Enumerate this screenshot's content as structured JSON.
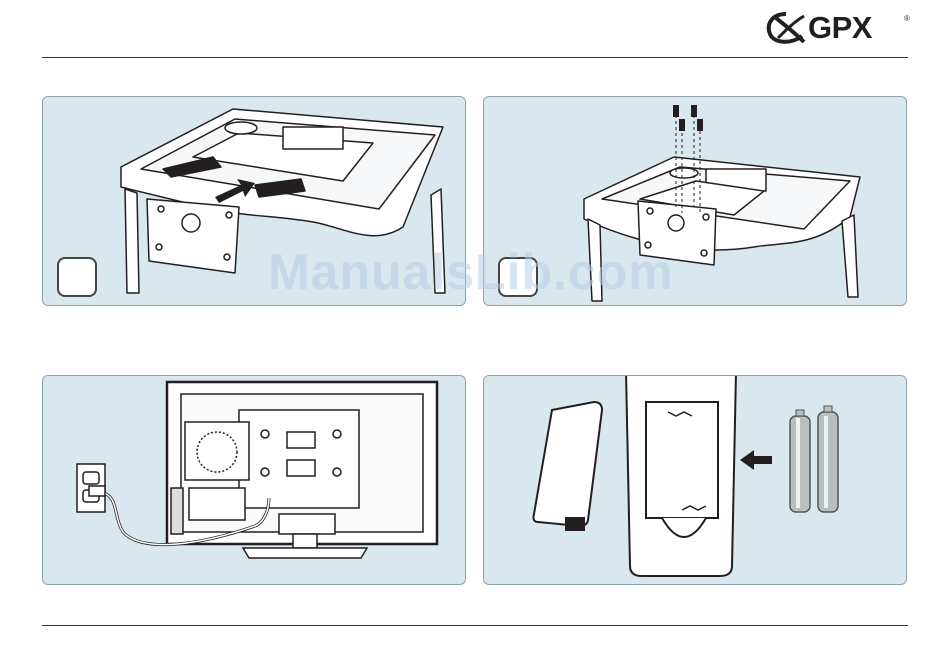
{
  "header": {
    "brand_name": "GPX",
    "registered_mark": "®"
  },
  "panels": [
    {
      "id": "panel-attach-stand",
      "step_label": ""
    },
    {
      "id": "panel-screw-stand",
      "step_label": ""
    },
    {
      "id": "panel-connect-power",
      "step_label": ""
    },
    {
      "id": "panel-insert-batteries",
      "step_label": ""
    }
  ],
  "watermark": {
    "text": "ManualsLib.com"
  },
  "icons": [
    "gpx-logo-icon",
    "tv-stand-illustration",
    "screws-illustration",
    "power-outlet-icon",
    "remote-control-icon",
    "battery-icon",
    "arrow-left-icon"
  ],
  "colors": {
    "panel_background": "#d9e7ef",
    "panel_border": "#8fa3ad",
    "line_art": "#231f20",
    "watermark": "#b4cde6"
  }
}
